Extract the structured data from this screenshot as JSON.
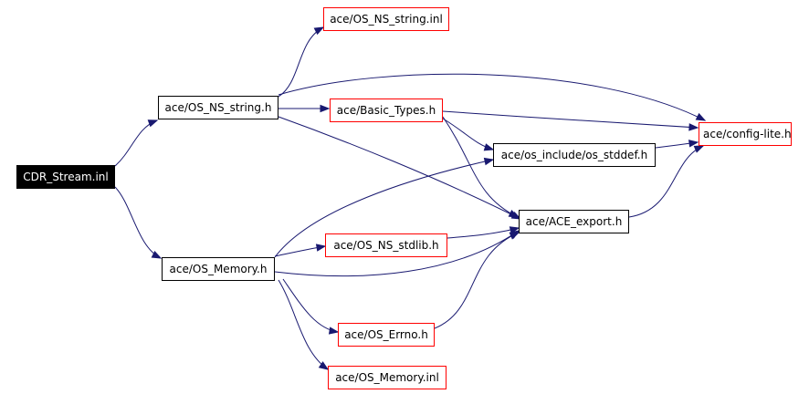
{
  "colors": {
    "edge": "#191970",
    "root_fill": "#000000",
    "root_text": "#ffffff",
    "node_border": "#000000",
    "external_border": "#ff0000"
  },
  "nodes": {
    "cdr_stream_inl": "CDR_Stream.inl",
    "os_ns_string_h": "ace/OS_NS_string.h",
    "os_memory_h": "ace/OS_Memory.h",
    "os_ns_string_inl": "ace/OS_NS_string.inl",
    "basic_types_h": "ace/Basic_Types.h",
    "config_lite_h": "ace/config-lite.h",
    "os_stddef_h": "ace/os_include/os_stddef.h",
    "ace_export_h": "ace/ACE_export.h",
    "os_ns_stdlib_h": "ace/OS_NS_stdlib.h",
    "os_errno_h": "ace/OS_Errno.h",
    "os_memory_inl": "ace/OS_Memory.inl"
  },
  "edges": [
    [
      "cdr_stream_inl",
      "os_ns_string_h"
    ],
    [
      "cdr_stream_inl",
      "os_memory_h"
    ],
    [
      "os_ns_string_h",
      "os_ns_string_inl"
    ],
    [
      "os_ns_string_h",
      "basic_types_h"
    ],
    [
      "os_ns_string_h",
      "config_lite_h"
    ],
    [
      "os_ns_string_h",
      "ace_export_h"
    ],
    [
      "basic_types_h",
      "config_lite_h"
    ],
    [
      "basic_types_h",
      "os_stddef_h"
    ],
    [
      "basic_types_h",
      "ace_export_h"
    ],
    [
      "os_stddef_h",
      "config_lite_h"
    ],
    [
      "ace_export_h",
      "config_lite_h"
    ],
    [
      "os_memory_h",
      "os_stddef_h"
    ],
    [
      "os_memory_h",
      "os_ns_stdlib_h"
    ],
    [
      "os_memory_h",
      "ace_export_h"
    ],
    [
      "os_memory_h",
      "os_errno_h"
    ],
    [
      "os_memory_h",
      "os_memory_inl"
    ],
    [
      "os_ns_stdlib_h",
      "ace_export_h"
    ],
    [
      "os_errno_h",
      "ace_export_h"
    ]
  ]
}
